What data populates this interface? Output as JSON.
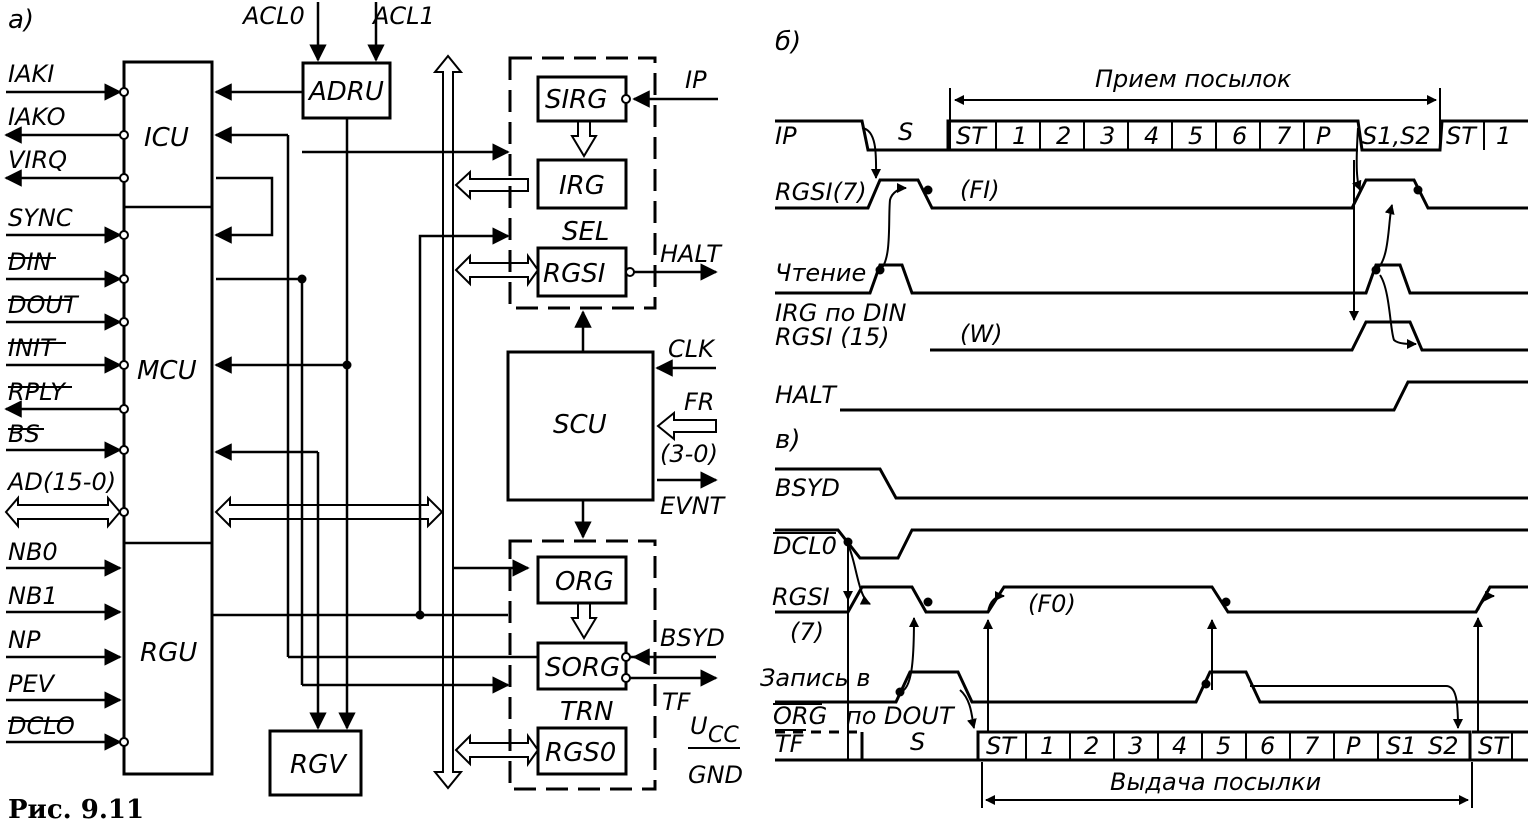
{
  "figure": {
    "caption": "Рис.  9.11",
    "part_labels": {
      "a": "а)",
      "b": "б)",
      "c": "в)"
    }
  },
  "left_signals": [
    "IAKI",
    "IAKO",
    "VIRQ",
    "SYNC",
    "DIN",
    "DOUT",
    "INIT",
    "RPLY",
    "BS",
    "AD(15-0)",
    "NB0",
    "NB1",
    "NP",
    "PEV",
    "DCLO"
  ],
  "blocks": {
    "icu": "ICU",
    "mcu": "MCU",
    "rgu": "RGU",
    "adru": "ADRU",
    "rgv": "RGV",
    "sirg": "SIRG",
    "irg": "IRG",
    "rgsi": "RGSI",
    "sel": "SEL",
    "scu": "SCU",
    "org": "ORG",
    "sorg": "SORG",
    "trn": "TRN",
    "rgso": "RGS0"
  },
  "top_inputs": [
    "ACL0",
    "ACL1"
  ],
  "right_signals": {
    "ip": "IP",
    "halt": "HALT",
    "clk": "CLK",
    "fr": "FR",
    "fr_bits": "(3-0)",
    "evnt": "EVNT",
    "bsyd": "BSYD",
    "tf": "TF",
    "ucc": "U",
    "ucc_sub": "CC",
    "gnd": "GND"
  },
  "timing_b": {
    "header": "Прием посылок",
    "signals": [
      "IP",
      "RGSI(7)",
      "Чтение",
      "IRG по DIN",
      "RGSI (15)",
      "HALT"
    ],
    "flags": {
      "fi": "(FI)",
      "w": "(W)"
    },
    "stop_label": "S",
    "frame": [
      "ST",
      "1",
      "2",
      "3",
      "4",
      "5",
      "6",
      "7",
      "P",
      "S1,S2",
      "ST",
      "1"
    ]
  },
  "timing_c": {
    "footer": "Выдача посылки",
    "signals": [
      "BSYD",
      "DCL0",
      "RGSI",
      "(7)",
      "Запись  в",
      "ORG",
      "по DOUT",
      "TF"
    ],
    "flags": {
      "fo": "(F0)"
    },
    "stop_label": "S",
    "frame": [
      "ST",
      "1",
      "2",
      "3",
      "4",
      "5",
      "6",
      "7",
      "P",
      "S1",
      "S2",
      "ST"
    ]
  }
}
